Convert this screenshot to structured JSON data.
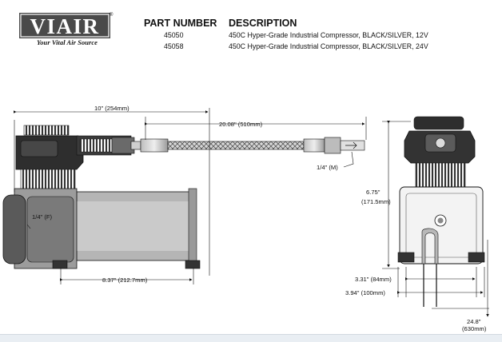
{
  "brand": {
    "name": "VIAIR",
    "tagline": "Your Vital Air Source",
    "registered_mark": "®"
  },
  "table": {
    "headers": [
      "PART NUMBER",
      "DESCRIPTION"
    ],
    "rows": [
      {
        "part": "45050",
        "description": "450C Hyper-Grade Industrial Compressor, BLACK/SILVER, 12V"
      },
      {
        "part": "45058",
        "description": "450C Hyper-Grade Industrial Compressor, BLACK/SILVER, 24V"
      }
    ]
  },
  "dimensions": {
    "overall_length": "10\" (254mm)",
    "hose_length": "20.08\" (510mm)",
    "hose_fitting": "1/4\" (M)",
    "inlet_fitting": "1/4\" (F)",
    "mount_spacing_length": "8.37\" (212.7mm)",
    "height_in": "6.75\"",
    "height_mm": "(171.5mm)",
    "mount_width_inner": "3.31\" (84mm)",
    "mount_width_outer": "3.94\" (100mm)",
    "lead_length_in": "24.8\"",
    "lead_length_mm": "(630mm)"
  },
  "colors": {
    "ink": "#111111",
    "motor_gray": "#8c8c8c",
    "dark": "#2a2a2a"
  }
}
